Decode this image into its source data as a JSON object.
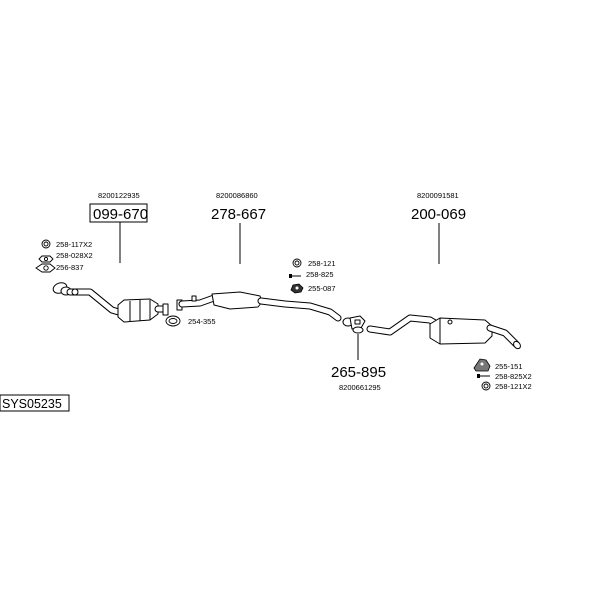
{
  "system_code": "SYS05235",
  "parts": [
    {
      "ref": "8200122935",
      "number": "099-670",
      "boxed": true
    },
    {
      "ref": "8200086860",
      "number": "278-667",
      "boxed": false
    },
    {
      "ref": "8200091581",
      "number": "200-069",
      "boxed": false
    },
    {
      "ref": "8200661295",
      "number": "265-895",
      "boxed": false
    }
  ],
  "accessories": {
    "group1": [
      {
        "label": "258-117X2",
        "icon": "ring-clamp-icon"
      },
      {
        "label": "258-028X2",
        "icon": "hex-nut-icon"
      },
      {
        "label": "256-837",
        "icon": "gasket-icon"
      }
    ],
    "clamp_254": {
      "label": "254-355",
      "icon": "pipe-clamp-icon"
    },
    "group2": [
      {
        "label": "258-121",
        "icon": "ring-clamp-icon"
      },
      {
        "label": "258-825",
        "icon": "bolt-icon"
      },
      {
        "label": "255-087",
        "icon": "rubber-hanger-icon"
      }
    ],
    "group3": [
      {
        "label": "255-151",
        "icon": "bracket-icon"
      },
      {
        "label": "258-825X2",
        "icon": "bolt-icon"
      },
      {
        "label": "258-121X2",
        "icon": "ring-clamp-icon"
      }
    ]
  }
}
